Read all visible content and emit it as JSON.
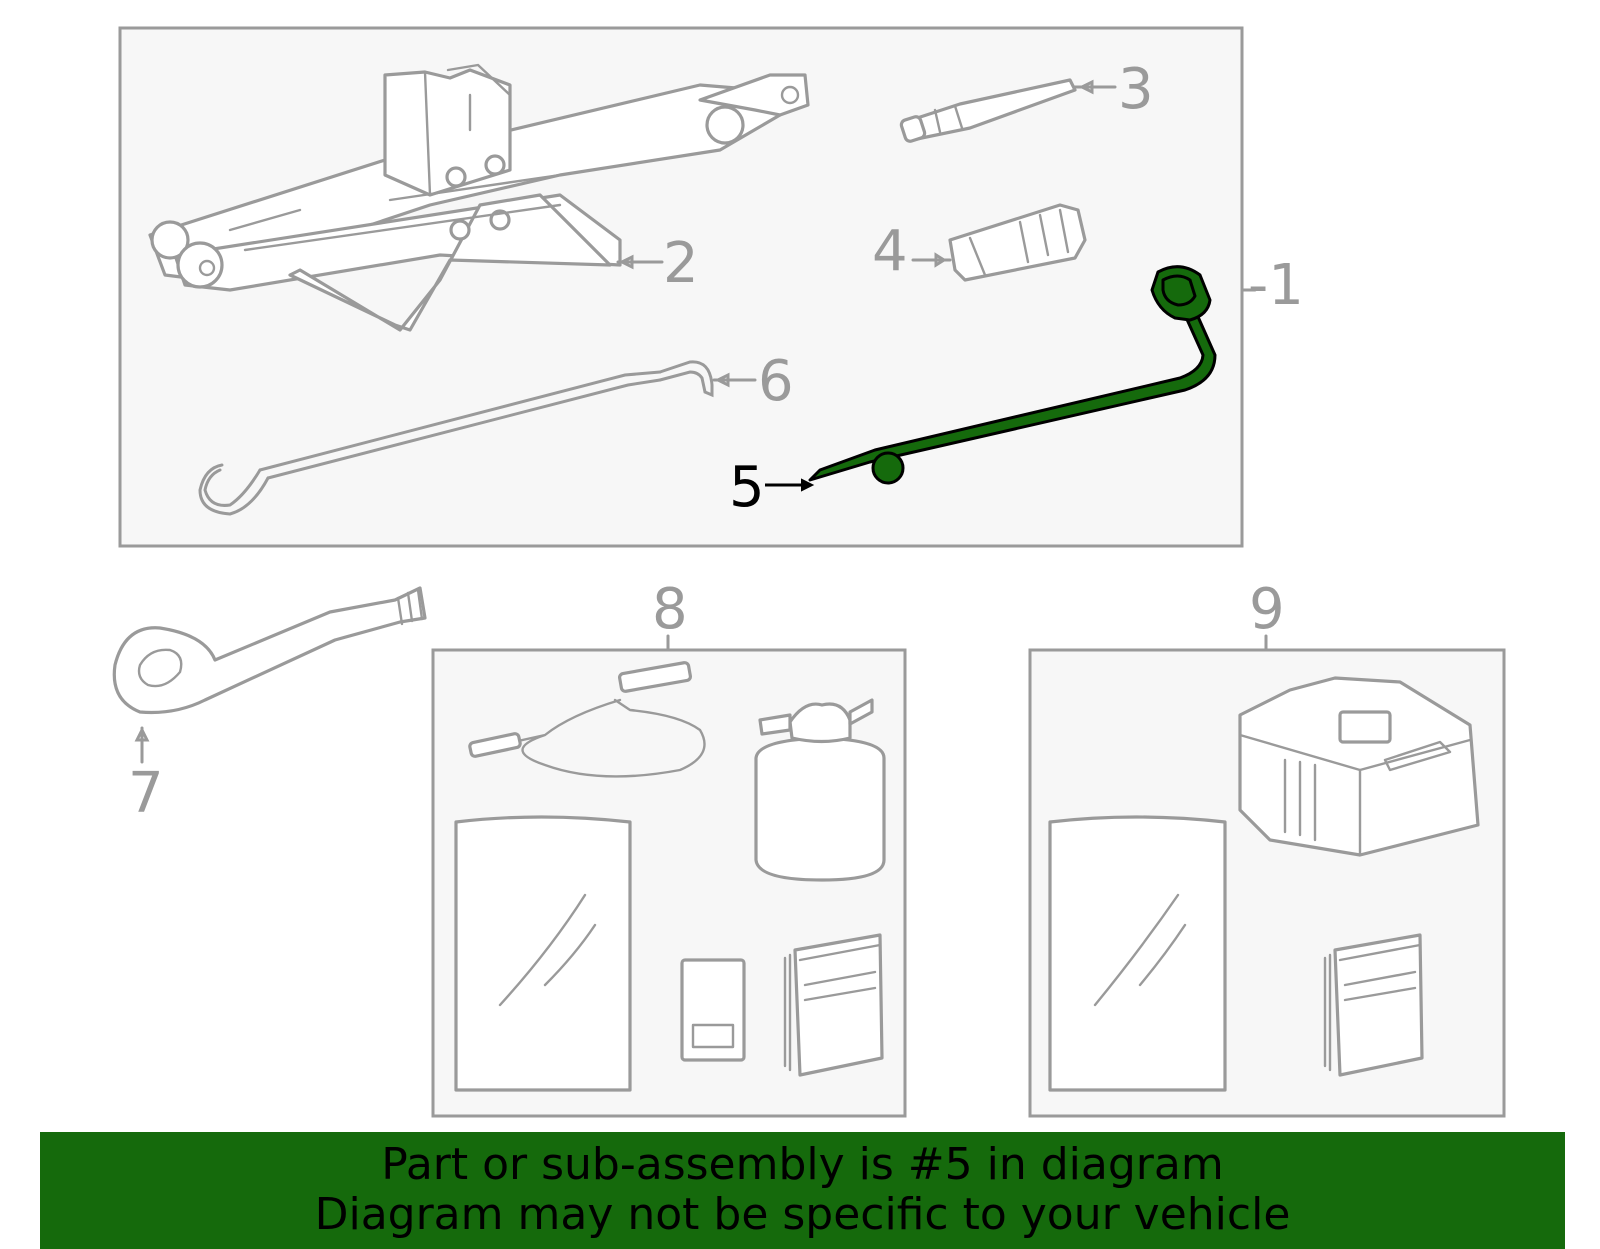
{
  "diagram": {
    "callouts": {
      "c1": "-1",
      "c2": "2",
      "c3": "3",
      "c4": "4",
      "c5": "5",
      "c6": "6",
      "c7": "7",
      "c8": "8",
      "c9": "9"
    },
    "highlighted_part": "5",
    "highlight_color": "#156a0c",
    "line_color": "#9a9a9a"
  },
  "banner": {
    "line1": "Part or sub-assembly is #5 in diagram",
    "line2": "Diagram may not be specific to your vehicle",
    "color": "#156a0c"
  }
}
